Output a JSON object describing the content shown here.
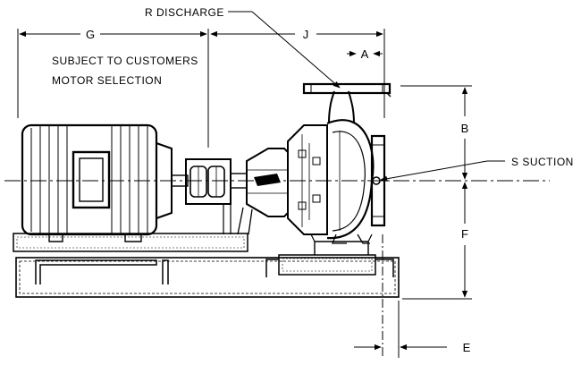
{
  "drawing": {
    "labels": {
      "discharge": "R DISCHARGE",
      "suction": "S SUCTION",
      "note_line1": "SUBJECT TO CUSTOMERS",
      "note_line2": "MOTOR SELECTION"
    },
    "dimensions": {
      "g": "G",
      "j": "J",
      "a": "A",
      "b": "B",
      "f": "F",
      "e": "E"
    }
  }
}
